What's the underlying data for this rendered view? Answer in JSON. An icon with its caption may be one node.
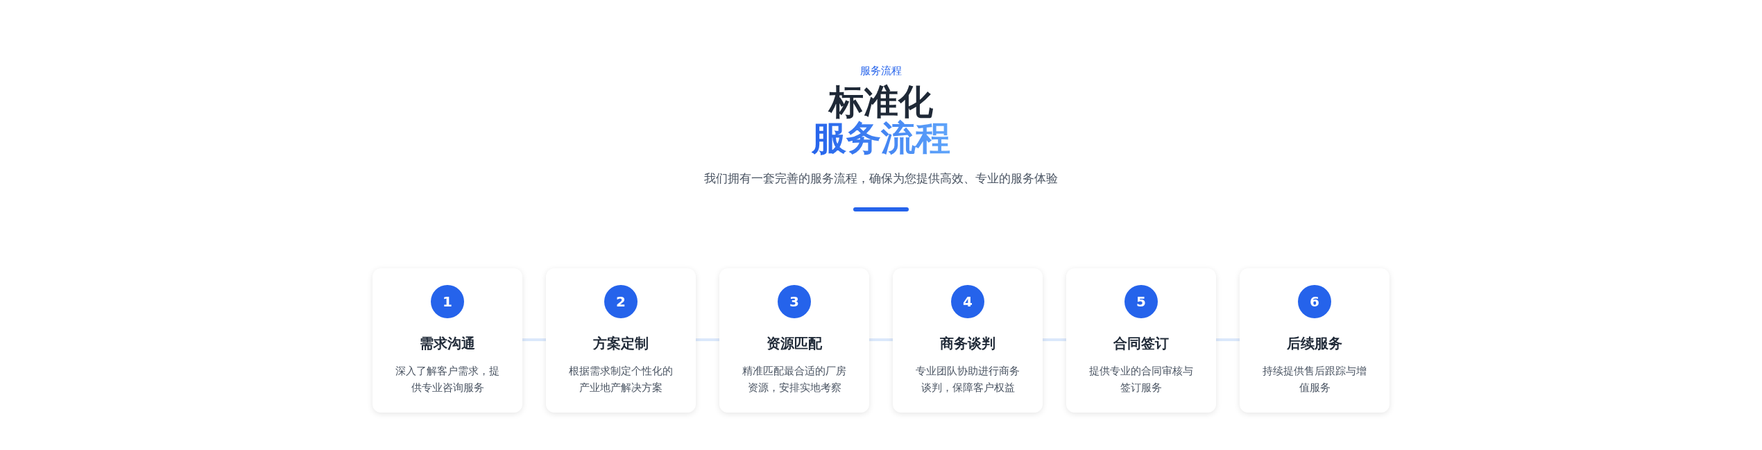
{
  "diagram": {
    "nodes": [
      {
        "text": [
          "需求沟通",
          "深入了解客户需求，提供专业咨询服务"
        ]
      },
      {
        "text": [
          "1"
        ],
        "in": 0
      },
      {
        "text": [
          "方案定制",
          "根据需求制定个性化的产业地产解决方案"
        ]
      },
      {
        "text": [
          "2"
        ],
        "in": 2
      },
      {
        "text": [
          "资源匹配",
          "精准匹配最合适的厂房资源，安排实地考察"
        ]
      },
      {
        "text": [
          "3"
        ],
        "in": 4
      },
      {
        "text": [
          "商务谈判",
          "专业团队协助进行商务谈判，保障客户权益"
        ]
      },
      {
        "text": [
          "4"
        ],
        "in": 6
      },
      {
        "text": [
          "合同签订",
          "提供专业的合同审核与签订服务"
        ]
      },
      {
        "text": [
          "5"
        ],
        "in": 8
      },
      {
        "text": [
          "后续服务",
          "持续提供售后跟踪与增值服务"
        ]
      },
      {
        "text": [
          "6"
        ],
        "in": 10
      }
    ],
    "edges": [
      {
        "from": 0,
        "to": 2,
        "arrow": "none"
      },
      {
        "from": 2,
        "to": 4,
        "arrow": "none"
      },
      {
        "from": 4,
        "to": 6,
        "arrow": "none"
      },
      {
        "from": 6,
        "to": 8,
        "arrow": "none"
      },
      {
        "from": 8,
        "to": 10,
        "arrow": "none"
      }
    ],
    "labels": [
      "服务流程",
      "标准化",
      "服务流程",
      "我们拥有一套完善的服务流程，确保为您提供高效、专业的服务体验"
    ]
  }
}
